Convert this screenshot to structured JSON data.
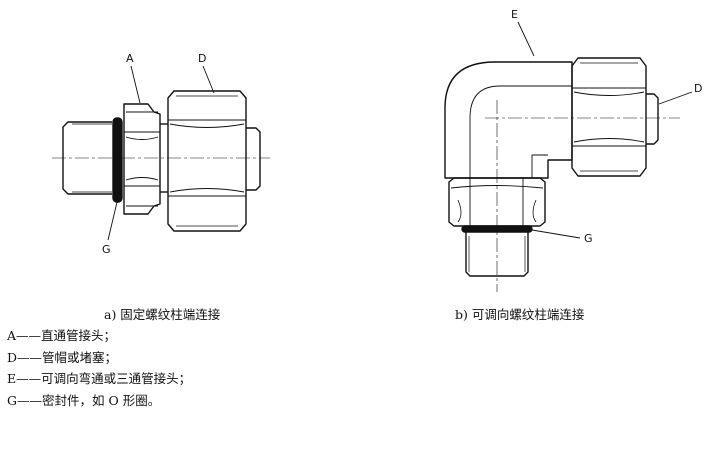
{
  "labels": {
    "a": "A",
    "d": "D",
    "e": "E",
    "g": "G"
  },
  "captions": {
    "a": "a) 固定螺纹柱端连接",
    "b": "b) 可调向螺纹柱端连接"
  },
  "legend": [
    {
      "key": "A",
      "text": "——直通管接头；"
    },
    {
      "key": "D",
      "text": "——管帽或堵塞；"
    },
    {
      "key": "E",
      "text": "——可调向弯通或三通管接头；"
    },
    {
      "key": "G",
      "text": "——密封件，如 O 形圈。"
    }
  ]
}
